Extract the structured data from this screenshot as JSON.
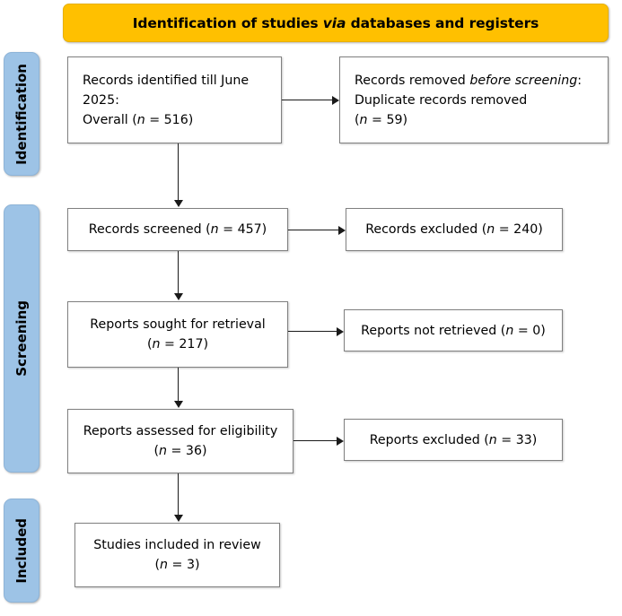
{
  "banner": {
    "text_before": "Identification of studies ",
    "text_italic": "via",
    "text_after": " databases and registers"
  },
  "stages": [
    {
      "id": "identification",
      "label": "Identification"
    },
    {
      "id": "screening",
      "label": "Screening"
    },
    {
      "id": "included",
      "label": "Included"
    }
  ],
  "boxes": {
    "identified": {
      "line1": "Records identified till June",
      "line2": "2025:",
      "line3_prefix": "Overall (",
      "line3_var": "n",
      "line3_suffix": " = 516)"
    },
    "duplicates": {
      "line1_prefix": "Records removed ",
      "line1_italic": "before screening",
      "line1_suffix": ":",
      "line2": "Duplicate records removed",
      "line3_prefix": "(",
      "line3_var": "n",
      "line3_suffix": " = 59)"
    },
    "screened": {
      "line1_prefix": "Records screened (",
      "line1_var": "n",
      "line1_suffix": " = 457)"
    },
    "excluded_records": {
      "line1_prefix": "Records excluded (",
      "line1_var": "n",
      "line1_suffix": " = 240)"
    },
    "sought": {
      "line1": "Reports sought for retrieval",
      "line2_prefix": "(",
      "line2_var": "n",
      "line2_suffix": " = 217)"
    },
    "not_retrieved": {
      "line1_prefix": "Reports not retrieved (",
      "line1_var": "n",
      "line1_suffix": " = 0)"
    },
    "assessed": {
      "line1": "Reports assessed for eligibility",
      "line2_prefix": "(",
      "line2_var": "n",
      "line2_suffix": " = 36)"
    },
    "excluded_reports": {
      "line1_prefix": "Reports excluded (",
      "line1_var": "n",
      "line1_suffix": " = 33)"
    },
    "included": {
      "line1": "Studies included in review",
      "line2_prefix": "(",
      "line2_var": "n",
      "line2_suffix": " = 3)"
    }
  },
  "chart_data": {
    "type": "diagram",
    "title": "Identification of studies via databases and registers",
    "diagram_kind": "PRISMA-flow-diagram",
    "stages": [
      "Identification",
      "Screening",
      "Included"
    ],
    "nodes": [
      {
        "stage": "Identification",
        "label": "Records identified till June 2025: Overall",
        "n": 516
      },
      {
        "stage": "Identification",
        "label": "Records removed before screening: Duplicate records removed",
        "n": 59
      },
      {
        "stage": "Screening",
        "label": "Records screened",
        "n": 457
      },
      {
        "stage": "Screening",
        "label": "Records excluded",
        "n": 240
      },
      {
        "stage": "Screening",
        "label": "Reports sought for retrieval",
        "n": 217
      },
      {
        "stage": "Screening",
        "label": "Reports not retrieved",
        "n": 0
      },
      {
        "stage": "Screening",
        "label": "Reports assessed for eligibility",
        "n": 36
      },
      {
        "stage": "Screening",
        "label": "Reports excluded",
        "n": 33
      },
      {
        "stage": "Included",
        "label": "Studies included in review",
        "n": 3
      }
    ],
    "edges": [
      {
        "from": "Records identified till June 2025: Overall",
        "to": "Records removed before screening: Duplicate records removed"
      },
      {
        "from": "Records identified till June 2025: Overall",
        "to": "Records screened"
      },
      {
        "from": "Records screened",
        "to": "Records excluded"
      },
      {
        "from": "Records screened",
        "to": "Reports sought for retrieval"
      },
      {
        "from": "Reports sought for retrieval",
        "to": "Reports not retrieved"
      },
      {
        "from": "Reports sought for retrieval",
        "to": "Reports assessed for eligibility"
      },
      {
        "from": "Reports assessed for eligibility",
        "to": "Reports excluded"
      },
      {
        "from": "Reports assessed for eligibility",
        "to": "Studies included in review"
      }
    ],
    "colors": {
      "banner": "#FFC000",
      "stage_tab": "#9DC3E6",
      "box_border": "#808080",
      "connector": "#1a1a1a"
    }
  }
}
